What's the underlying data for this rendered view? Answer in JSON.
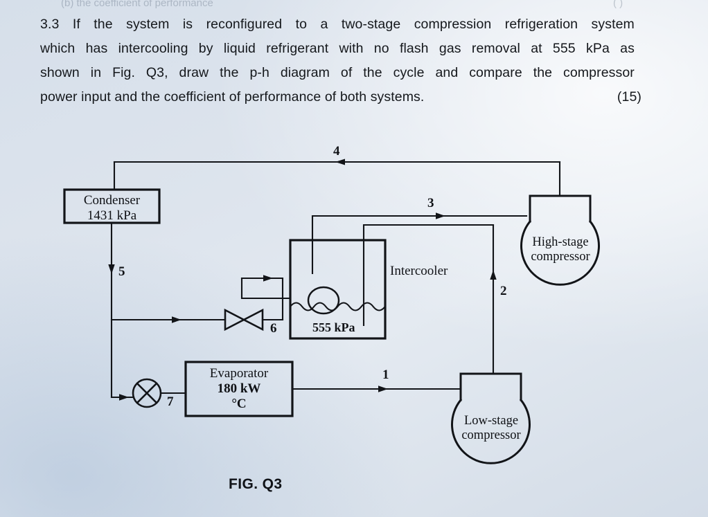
{
  "document": {
    "ghost_header_left": "(b)  the coefficient of performance",
    "ghost_header_right": "( )",
    "question": {
      "number": "3.3",
      "line1": "3.3 If the system is reconfigured to a two-stage compression refrigeration system",
      "line2": "which has intercooling by liquid refrigerant with no flash gas removal at 555 kPa as",
      "line3": "shown in Fig. Q3, draw the p-h diagram of the cycle and compare the compressor",
      "line4": "power input and the coefficient of performance of both systems.",
      "marks": "(15)"
    },
    "figure_caption": "FIG. Q3"
  },
  "diagram": {
    "components": {
      "condenser": {
        "name": "Condenser",
        "pressure": "1431 kPa"
      },
      "intercooler": {
        "name": "Intercooler",
        "pressure": "555 kPa"
      },
      "evaporator": {
        "name": "Evaporator",
        "capacity": "180 kW",
        "temperature": "°C"
      },
      "high_stage_compressor": {
        "line1": "High-stage",
        "line2": "compressor"
      },
      "low_stage_compressor": {
        "line1": "Low-stage",
        "line2": "compressor"
      }
    },
    "state_points": {
      "p1": "1",
      "p2": "2",
      "p3": "3",
      "p4": "4",
      "p5": "5",
      "p6": "6",
      "p7": "7"
    },
    "valves": {
      "intercooler_expansion_valve": "bowtie-valve-icon",
      "evaporator_expansion_valve": "circle-cross-valve-icon"
    },
    "colors": {
      "line": "#121418",
      "background_light": "#e6ecf3",
      "background_blue": "#cdd9e6",
      "text": "#101318"
    }
  }
}
